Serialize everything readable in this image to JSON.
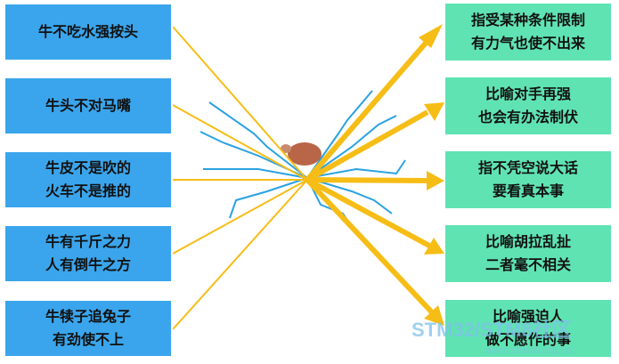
{
  "idioms_left": [
    {
      "lines": [
        "牛不吃水强按头"
      ]
    },
    {
      "lines": [
        "牛头不对马嘴"
      ]
    },
    {
      "lines": [
        "牛皮不是吹的",
        "火车不是推的"
      ]
    },
    {
      "lines": [
        "牛有千斤之力",
        "人有倒牛之方"
      ]
    },
    {
      "lines": [
        "牛犊子追兔子",
        "有劲使不上"
      ]
    }
  ],
  "meanings_right": [
    {
      "lines": [
        "指受某种条件限制",
        "有力气也使不出来"
      ]
    },
    {
      "lines": [
        "比喻对手再强",
        "也会有办法制伏"
      ]
    },
    {
      "lines": [
        "指不凭空说大话",
        "要看真本事"
      ]
    },
    {
      "lines": [
        "比喻胡拉乱扯",
        "二者毫不相关"
      ]
    },
    {
      "lines": [
        "比喻强迫人",
        "做不愿作的事"
      ]
    }
  ],
  "watermark": {
    "text": "STM32/STM8社区",
    "url": "www.stmcu.org.cn"
  },
  "colors": {
    "left_box": "#3aa5ec",
    "right_box": "#5fe3b2",
    "arrow": "#f6bd16",
    "spider_legs": "#2aa2e0",
    "spider_body": "#b86548"
  },
  "icons": [
    "spider-body"
  ]
}
